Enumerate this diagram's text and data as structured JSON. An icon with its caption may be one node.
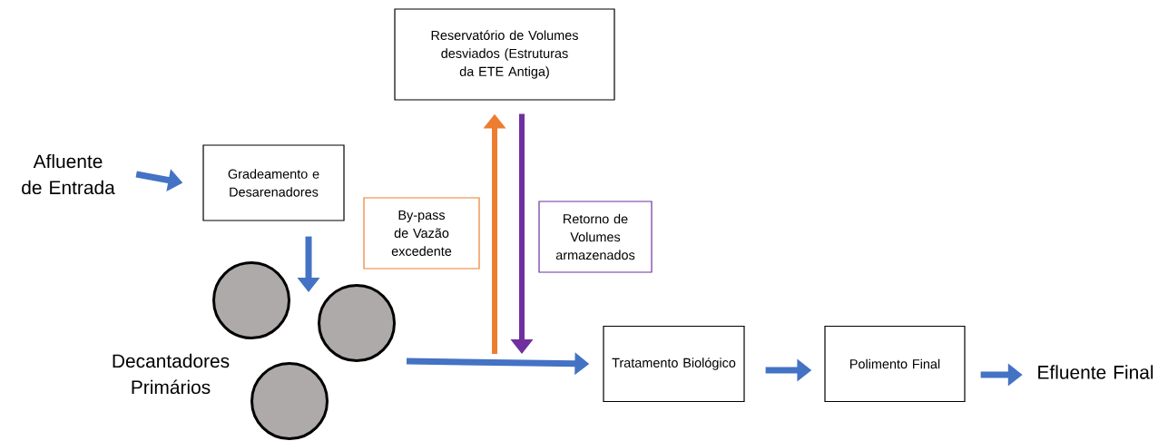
{
  "diagram": {
    "nodes": [
      {
        "text": [
          "Reservatório de Volumes desviados (Estruturas da ETE Antiga)"
        ]
      },
      {
        "text": [
          "Afluente de Entrada"
        ]
      },
      {
        "text": [
          "Gradeamento e Desarenadores"
        ]
      },
      {
        "text": [
          "By-pass de Vazão excedente"
        ]
      },
      {
        "text": [
          "Retorno de Volumes armazenados"
        ]
      },
      {
        "text": [],
        "shape": "circle"
      },
      {
        "text": [],
        "shape": "circle"
      },
      {
        "text": [],
        "shape": "circle"
      },
      {
        "text": [
          "Tratamento Biológico"
        ]
      },
      {
        "text": [
          "Polimento Final"
        ]
      },
      {
        "text": [
          "Efluente Final"
        ]
      }
    ],
    "edges": [
      {
        "from": 1,
        "to": 2,
        "arrow": "to"
      },
      {
        "from": 2,
        "to": 5,
        "arrow": "to"
      },
      {
        "from": 6,
        "to": 8,
        "arrow": "to"
      },
      {
        "from": null,
        "to": 0,
        "arrow": "to",
        "color": "#ed7d31"
      },
      {
        "from": 0,
        "to": null,
        "arrow": "to",
        "color": "#7030a0"
      },
      {
        "from": 8,
        "to": 9,
        "arrow": "to"
      },
      {
        "from": 9,
        "to": 10,
        "arrow": "to"
      }
    ],
    "labels": [
      "Decantadores Primários"
    ]
  }
}
